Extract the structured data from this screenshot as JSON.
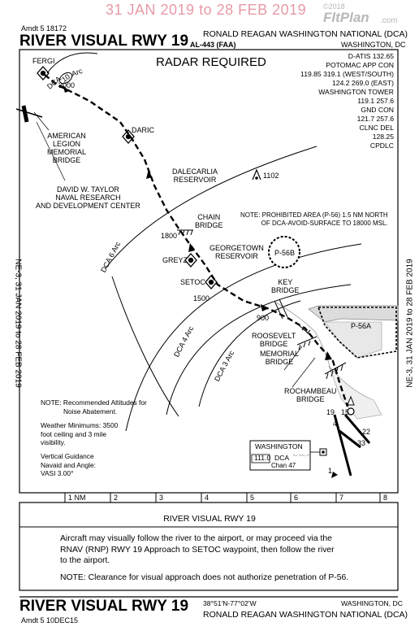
{
  "watermark": {
    "dates": "31 JAN 2019 to 28 FEB 2019",
    "copyright": "©2018",
    "brand": "FltPlan",
    "brand_suffix": ".com"
  },
  "header": {
    "amendment": "Amdt 5  18172",
    "title": "RIVER VISUAL RWY 19",
    "airport": "RONALD REAGAN WASHINGTON NATIONAL (DCA)",
    "faa_id": "AL-443 (FAA)",
    "city": "WASHINGTON, DC"
  },
  "side_text": "NE-3, 31 JAN 2019 to 28 FEB 2019",
  "radar_required": "RADAR REQUIRED",
  "frequencies": [
    "D-ATIS 132.65",
    "POTOMAC APP CON",
    "119.85  319.1  (WEST/SOUTH)",
    "124.2  269.0  (EAST)",
    "WASHINGTON TOWER",
    "119.1  257.6",
    "GND CON",
    "121.7  257.6",
    "CLNC DEL",
    "128.25",
    "CPDLC"
  ],
  "map_labels": {
    "fergi": "FERGI",
    "dca10_prefix": "DCA",
    "dca10_num": "10",
    "arc": "Arc",
    "alt3000": "3000",
    "american_legion": [
      "AMERICAN",
      "LEGION",
      "MEMORIAL",
      "BRIDGE"
    ],
    "daric": "DARIC",
    "taylor": [
      "DAVID W. TAYLOR",
      "NAVAL RESEARCH",
      "AND DEVELOPMENT CENTER"
    ],
    "dalecarlia": [
      "DALECARLIA",
      "RESERVOIR"
    ],
    "obstacle": "1102",
    "chain_bridge": [
      "CHAIN",
      "BRIDGE"
    ],
    "prohibited_note": [
      "NOTE: PROHIBITED AREA (P-56) 1.5 NM NORTH",
      "OF DCA-AVOID-SURFACE TO 18000 MSL."
    ],
    "alt1800": "1800",
    "georgetown": [
      "GEORGETOWN",
      "RESERVOIR"
    ],
    "p56b": "P-56B",
    "greyz": "GREYZ",
    "setoc": "SETOC",
    "key_bridge": [
      "KEY",
      "BRIDGE"
    ],
    "alt1500": "1500",
    "alt900": "900",
    "p56a": "P-56A",
    "roosevelt": [
      "ROOSEVELT",
      "BRIDGE"
    ],
    "memorial": [
      "MEMORIAL",
      "BRIDGE"
    ],
    "rochambeau": [
      "ROCHAMBEAU",
      "BRIDGE"
    ],
    "dca6": "DCA 6 Arc",
    "dca4": "DCA 4 Arc",
    "dca3": "DCA 3 Arc",
    "rwy19": "19",
    "rwy1": "1",
    "rwy15": "15",
    "rwy33": "33",
    "rwy4": "4",
    "rwy22": "22"
  },
  "notes": {
    "altitudes": [
      "NOTE: Recommended Altitudes for",
      "Noise Abatement."
    ],
    "weather": [
      "Weather Minimums: 3500",
      "foot ceiling and 3 mile",
      "visibility."
    ],
    "vertical": [
      "Vertical Guidance",
      "Navaid and Angle:",
      "VASI 3.00°"
    ]
  },
  "navaid": {
    "name": "WASHINGTON",
    "freq": "111.0",
    "id": "DCA",
    "morse": "-.. -.-. .-",
    "channel": "Chan 47"
  },
  "scale": {
    "labels": [
      "1 NM",
      "2",
      "3",
      "4",
      "5",
      "6",
      "7",
      "8"
    ]
  },
  "procedure": {
    "title": "RIVER VISUAL RWY 19",
    "text": [
      "Aircraft may visually follow the river to the airport, or may proceed via the",
      "RNAV (RNP) RWY 19 Approach to SETOC waypoint, then follow the river",
      "to the airport."
    ],
    "note": "NOTE: Clearance for visual approach does not authorize penetration of P-56."
  },
  "footer": {
    "title": "RIVER VISUAL RWY 19",
    "coords": "38°51'N-77°02'W",
    "city": "WASHINGTON, DC",
    "airport": "RONALD REAGAN WASHINGTON NATIONAL (DCA)",
    "amendment": "Amdt 5  10DEC15"
  }
}
